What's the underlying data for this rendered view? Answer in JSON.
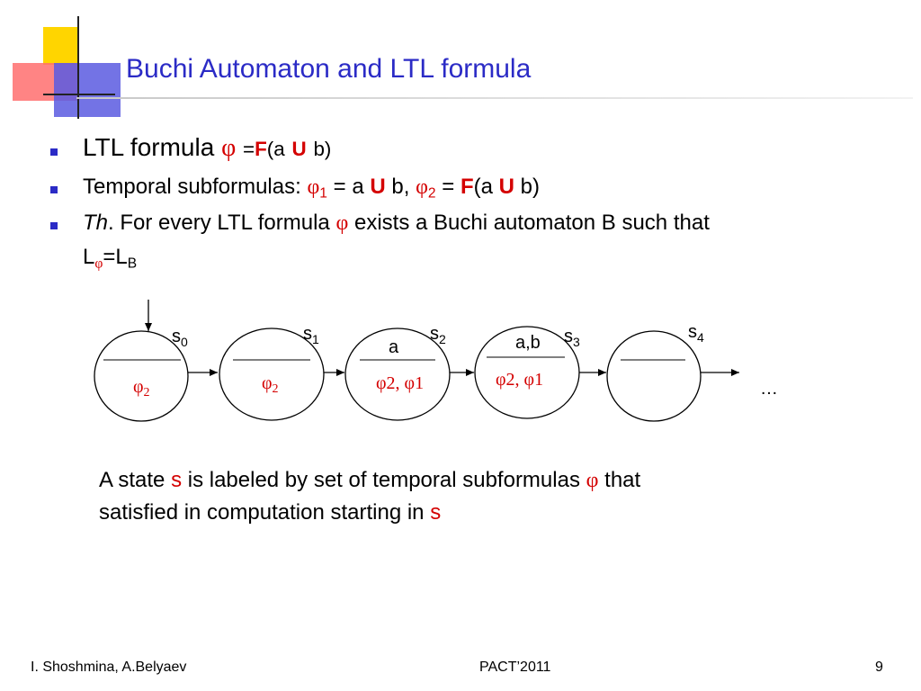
{
  "slide": {
    "title": "Buchi Automaton and LTL formula",
    "colors": {
      "title": "#2b2bc6",
      "accent_red": "#d40000",
      "bullet": "#2b2bc6"
    }
  },
  "bullets": {
    "b1": {
      "text": "LTL formula",
      "phi": "φ",
      "eq": "=",
      "F": "F",
      "paren_open": "(a",
      "U": "U",
      "paren_close": "b)"
    },
    "b2": {
      "text": "Temporal subformulas:",
      "phi1": "φ",
      "sub1": "1",
      "part1": "= a",
      "U1": "U",
      "part2": "b,",
      "phi2": "φ",
      "sub2": "2",
      "eq": "=",
      "F": "F",
      "paren_open": "(a",
      "U2": "U",
      "paren_close": "b)"
    },
    "b3": {
      "th": "Th",
      "text1": ". For every LTL formula",
      "phi": "φ",
      "text2": "exists a Buchi automaton B such that",
      "L1": "L",
      "L1sub": "φ",
      "eq": "=L",
      "L2sub": "B"
    }
  },
  "diagram": {
    "states": [
      {
        "name": "s",
        "index": "0",
        "props": "",
        "formulas": "φ",
        "formula_sub": "2"
      },
      {
        "name": "s",
        "index": "1",
        "props": "",
        "formulas": "φ",
        "formula_sub": "2"
      },
      {
        "name": "s",
        "index": "2",
        "props": "a",
        "formulas": "φ2, φ1"
      },
      {
        "name": "s",
        "index": "3",
        "props": "a,b",
        "formulas": "φ2, φ1"
      },
      {
        "name": "s",
        "index": "4",
        "props": "",
        "formulas": ""
      }
    ],
    "ellipsis": "…"
  },
  "caption": {
    "t1": "A state",
    "s": "s",
    "t2": "is labeled by set of temporal subformulas",
    "phi": "φ",
    "t3": "that",
    "t4": "satisfied in computation starting in",
    "s2": "s"
  },
  "footer": {
    "authors": "I. Shoshmina, A.Belyaev",
    "conference": "PACT’2011",
    "page": "9"
  }
}
